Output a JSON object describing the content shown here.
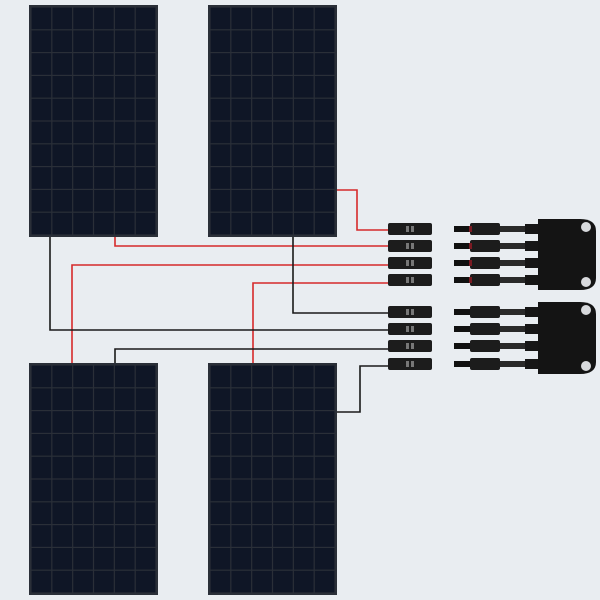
{
  "colors": {
    "background": "#e9edf1",
    "panel_cell": "#0f1626",
    "panel_frame": "#dfe3e8",
    "wire_positive": "#d62a2a",
    "wire_negative": "#1a1a1a",
    "connector": "#1c1c1c"
  },
  "panel_grid": {
    "columns": 6,
    "rows": 10
  },
  "panels": [
    {
      "id": "top-left"
    },
    {
      "id": "top-right"
    },
    {
      "id": "bottom-left"
    },
    {
      "id": "bottom-right"
    }
  ],
  "connector_groups": [
    {
      "id": "positive-branch",
      "inputs": 4
    },
    {
      "id": "negative-branch",
      "inputs": 4
    }
  ]
}
